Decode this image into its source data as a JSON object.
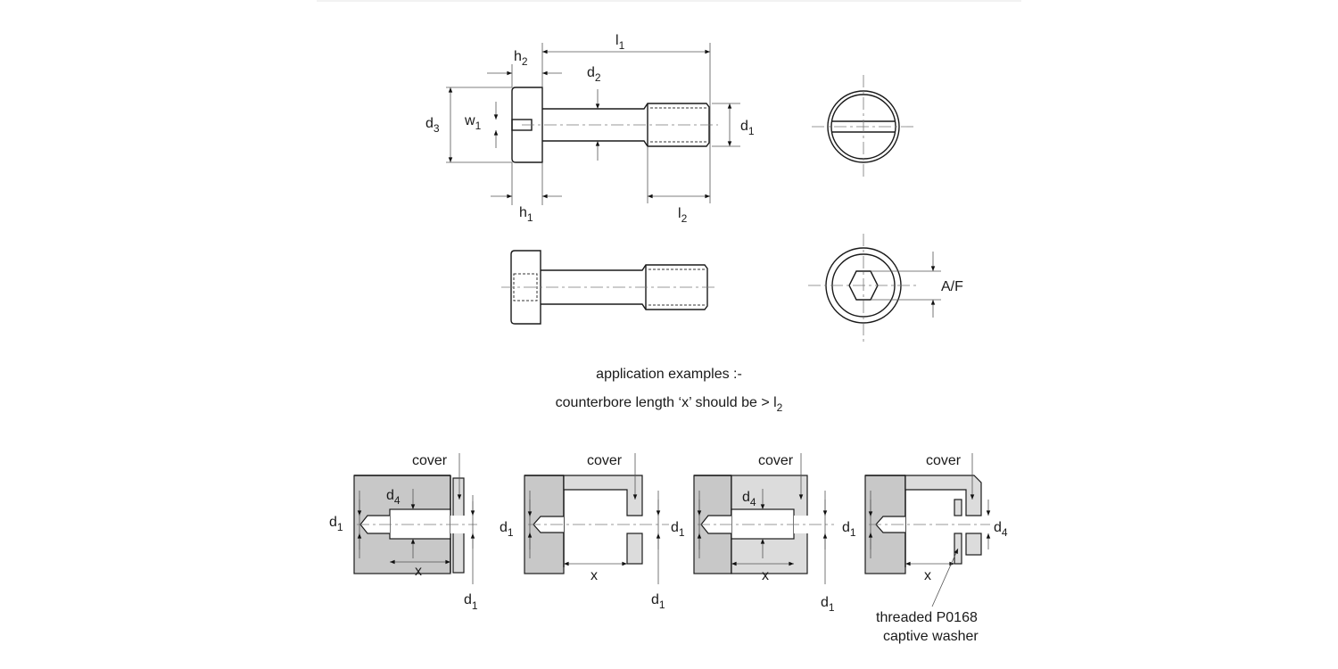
{
  "top_view": {
    "l1": {
      "base": "l",
      "sub": "1"
    },
    "h2": {
      "base": "h",
      "sub": "2"
    },
    "d2": {
      "base": "d",
      "sub": "2"
    },
    "d3": {
      "base": "d",
      "sub": "3"
    },
    "w1": {
      "base": "w",
      "sub": "1"
    },
    "d1": {
      "base": "d",
      "sub": "1"
    },
    "h1": {
      "base": "h",
      "sub": "1"
    },
    "l2": {
      "base": "l",
      "sub": "2"
    }
  },
  "hex_view": {
    "af_label": "A/F"
  },
  "notes": {
    "line1": "application examples :-",
    "line2_prefix": "counterbore length ‘x’ should be  > l",
    "line2_sub": "2"
  },
  "examples": [
    {
      "cover": "cover",
      "d1_left": {
        "base": "d",
        "sub": "1"
      },
      "d4": {
        "base": "d",
        "sub": "4"
      },
      "x": "x",
      "d1_right": {
        "base": "d",
        "sub": "1"
      }
    },
    {
      "cover": "cover",
      "d1_left": {
        "base": "d",
        "sub": "1"
      },
      "x": "x",
      "d1_right": {
        "base": "d",
        "sub": "1"
      }
    },
    {
      "cover": "cover",
      "d1_left": {
        "base": "d",
        "sub": "1"
      },
      "d4": {
        "base": "d",
        "sub": "4"
      },
      "x": "x",
      "d1_right": {
        "base": "d",
        "sub": "1"
      }
    },
    {
      "cover": "cover",
      "d1_left": {
        "base": "d",
        "sub": "1"
      },
      "d4": {
        "base": "d",
        "sub": "4"
      },
      "x": "x",
      "washer_line1": "threaded P0168",
      "washer_line2": "captive washer"
    }
  ]
}
